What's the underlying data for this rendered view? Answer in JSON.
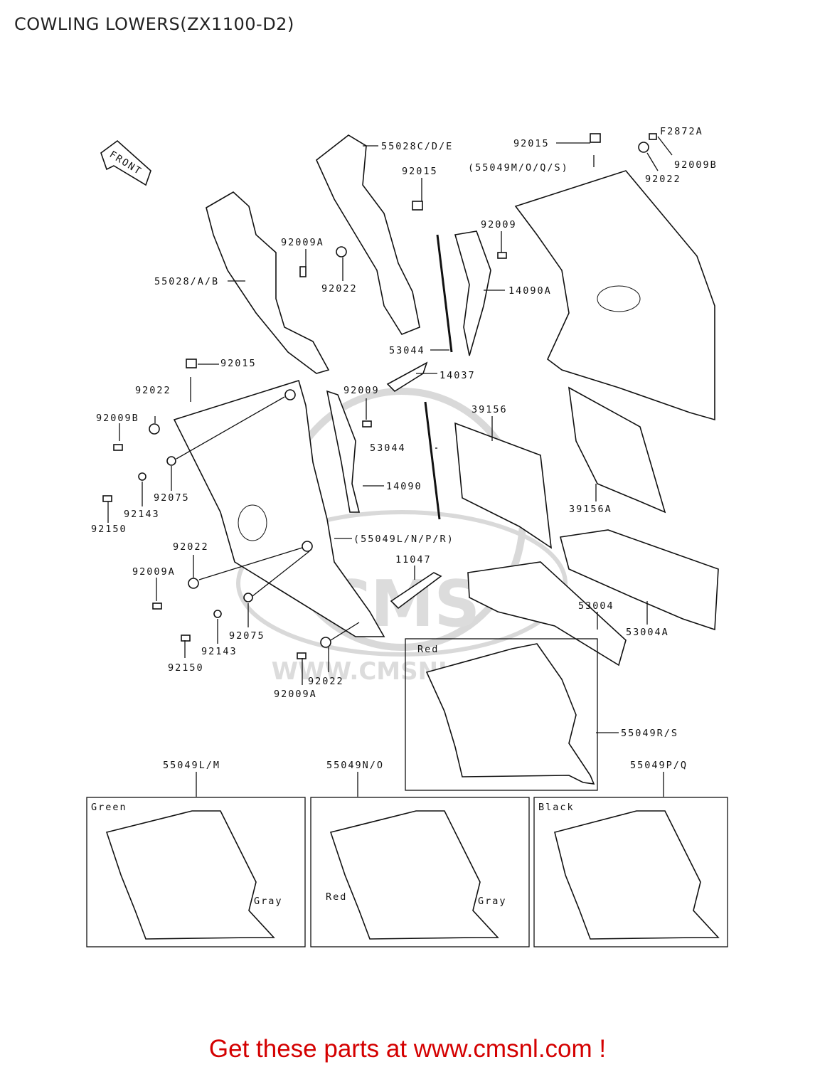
{
  "title": "COWLING LOWERS(ZX1100-D2)",
  "figure_code": "F2872A",
  "front_label": "FRONT",
  "watermark": {
    "brand": "CMS",
    "url": "WWW.CMSNL.COM"
  },
  "footer": "Get these parts at www.cmsnl.com !",
  "callouts": [
    "55028C/D/E",
    "92015",
    "92009A",
    "55028/A/B",
    "92022",
    "92009",
    "14090A",
    "53044",
    "14037",
    "92015",
    "(55049M/O/Q/S)",
    "92022",
    "92009B",
    "92015",
    "92022",
    "92009B",
    "92075",
    "92143",
    "92150",
    "92009",
    "14090",
    "53044",
    "39156",
    "39156A",
    "(55049L/N/P/R)",
    "92022",
    "92009A",
    "11047",
    "53004",
    "53004A",
    "92075",
    "92143",
    "92150",
    "92022",
    "92009A",
    "55049R/S",
    "55049L/M",
    "55049N/O",
    "55049P/Q"
  ],
  "color_notes": [
    "Red",
    "Green",
    "Gray",
    "Red",
    "Gray",
    "Black"
  ],
  "accent_color": "#d40000"
}
